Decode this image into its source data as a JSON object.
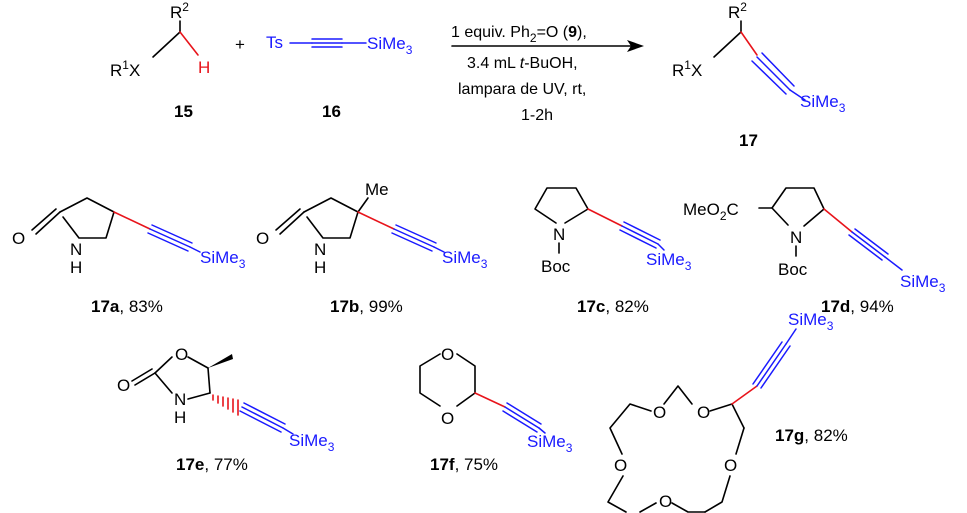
{
  "reaction": {
    "substrate": {
      "r2": "R",
      "r2_sup": "2",
      "r1x_r": "R",
      "r1x_sup": "1",
      "r1x_x": "X",
      "h": "H",
      "number": "15"
    },
    "plus": "+",
    "reagent": {
      "ts": "Ts",
      "sime3": "SiMe",
      "sime3_sub": "3",
      "number": "16"
    },
    "conditions": {
      "line1_pre": "1 equiv. Ph",
      "line1_sub": "2",
      "line1_mid": "=O (",
      "line1_bold": "9",
      "line1_post": "),",
      "line2_pre": "3.4 mL ",
      "line2_ital": "t",
      "line2_post": "-BuOH,",
      "line3": "lampara de UV, rt,",
      "line4": "1-2h"
    },
    "product": {
      "r2": "R",
      "r2_sup": "2",
      "r1x_r": "R",
      "r1x_sup": "1",
      "r1x_x": "X",
      "sime3": "SiMe",
      "sime3_sub": "3",
      "number": "17"
    }
  },
  "atoms": {
    "o": "O",
    "n": "N",
    "h": "H",
    "nh": "H",
    "me": "Me",
    "boc": "Boc",
    "meo2c_a": "MeO",
    "meo2c_sub": "2",
    "meo2c_b": "C",
    "sime": "SiMe",
    "sime_sub": "3"
  },
  "products": [
    {
      "id": "17a",
      "yield": ", 83%"
    },
    {
      "id": "17b",
      "yield": ", 99%"
    },
    {
      "id": "17c",
      "yield": ", 82%"
    },
    {
      "id": "17d",
      "yield": ", 94%"
    },
    {
      "id": "17e",
      "yield": ", 77%"
    },
    {
      "id": "17f",
      "yield": ", 75%"
    },
    {
      "id": "17g",
      "yield": ", 82%"
    }
  ],
  "colors": {
    "new_bond": "#e8141b",
    "alkyne_group": "#1a1aff",
    "text": "#000000"
  }
}
